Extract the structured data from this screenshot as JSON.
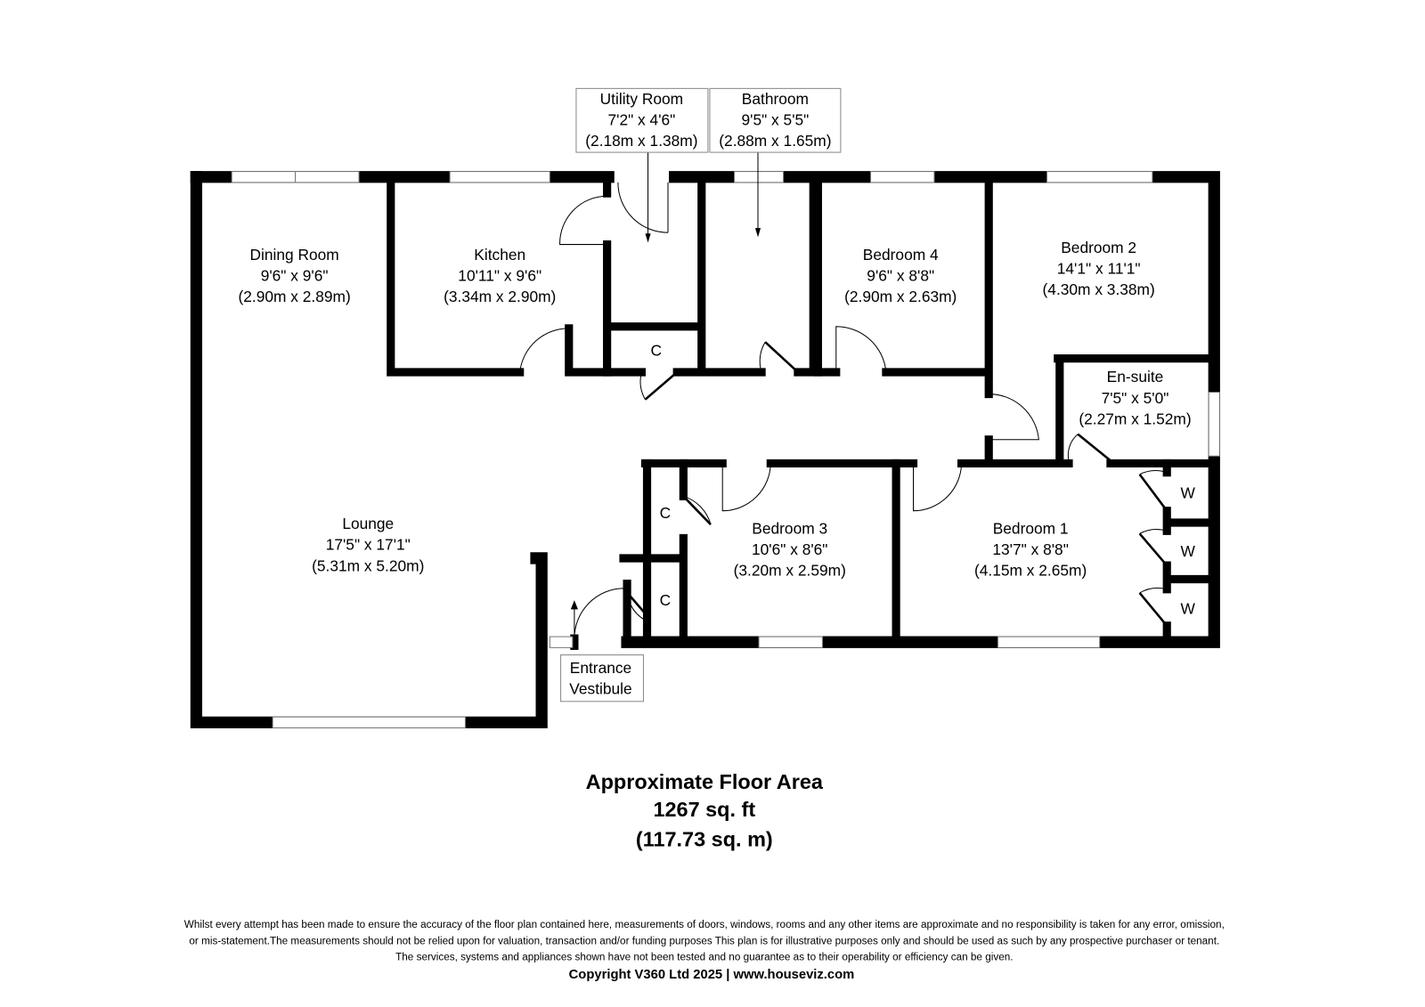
{
  "rooms": {
    "dining": {
      "name": "Dining Room",
      "imperial": "9'6\" x 9'6\"",
      "metric": "(2.90m x 2.89m)"
    },
    "kitchen": {
      "name": "Kitchen",
      "imperial": "10'11\" x 9'6\"",
      "metric": "(3.34m x 2.90m)"
    },
    "utility": {
      "name": "Utility Room",
      "imperial": "7'2\" x 4'6\"",
      "metric": "(2.18m x 1.38m)"
    },
    "bathroom": {
      "name": "Bathroom",
      "imperial": "9'5\" x 5'5\"",
      "metric": "(2.88m x 1.65m)"
    },
    "bedroom4": {
      "name": "Bedroom 4",
      "imperial": "9'6\" x 8'8\"",
      "metric": "(2.90m x 2.63m)"
    },
    "bedroom2": {
      "name": "Bedroom 2",
      "imperial": "14'1\" x 11'1\"",
      "metric": "(4.30m x 3.38m)"
    },
    "ensuite": {
      "name": "En-suite",
      "imperial": "7'5\" x 5'0\"",
      "metric": "(2.27m x 1.52m)"
    },
    "lounge": {
      "name": "Lounge",
      "imperial": "17'5\" x 17'1\"",
      "metric": "(5.31m x 5.20m)"
    },
    "bedroom3": {
      "name": "Bedroom 3",
      "imperial": "10'6\" x 8'6\"",
      "metric": "(3.20m x 2.59m)"
    },
    "bedroom1": {
      "name": "Bedroom 1",
      "imperial": "13'7\" x 8'8\"",
      "metric": "(4.15m x 2.65m)"
    },
    "vestibule": {
      "line1": "Entrance",
      "line2": "Vestibule"
    }
  },
  "markers": {
    "cupboard": "C",
    "wardrobe": "W"
  },
  "area": {
    "title": "Approximate Floor Area",
    "sqft": "1267 sq. ft",
    "sqm": "(117.73 sq. m)"
  },
  "disclaimer": [
    "Whilst every attempt has been made to ensure the accuracy of the floor plan contained here, measurements of doors, windows, rooms and any other items are approximate and no responsibility is taken for any error, omission,",
    "or mis-statement.The measurements should not be relied upon for valuation, transaction and/or funding purposes This plan is for illustrative purposes only and should be used as such by any prospective purchaser or tenant.",
    "The services, systems and appliances shown have not been tested and no guarantee as to their operability or efficiency can be given."
  ],
  "copyright": "Copyright V360 Ltd 2025 | www.houseviz.com"
}
